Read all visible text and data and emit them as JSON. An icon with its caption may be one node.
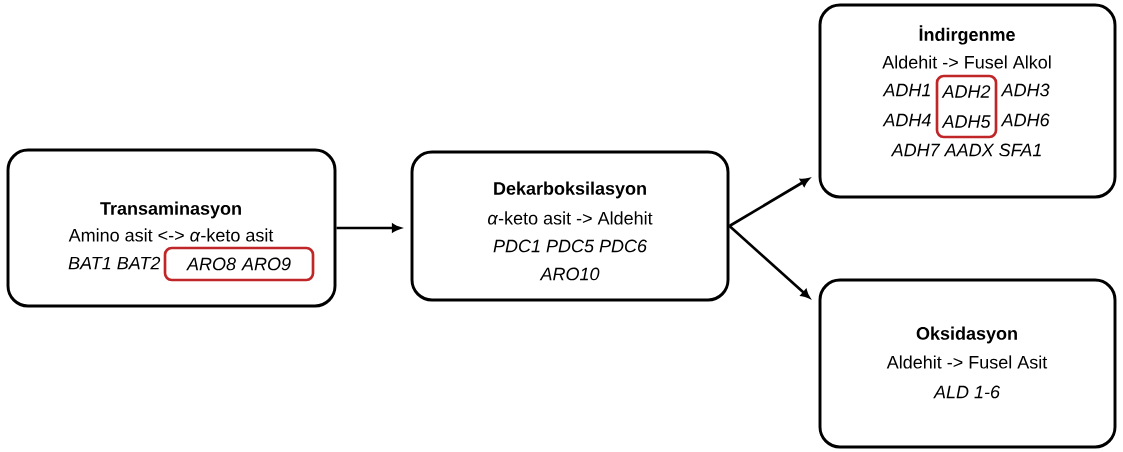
{
  "diagram": {
    "nodes": [
      {
        "text": [
          "Transaminasyon",
          "Amino asit <-> *α*-keto asit",
          "BAT1 BAT2"
        ]
      },
      {
        "text": [
          "ARO8 ARO9"
        ],
        "in": 0
      },
      {
        "text": [
          "Dekarboksilasyon",
          "*α*-keto asit -> Aldehit",
          "PDC1 PDC5 PDC6",
          "ARO10"
        ]
      },
      {
        "text": [
          "İndirgenme",
          "Aldehit -> Fusel Alkol",
          "ADH1",
          "ADH3",
          "ADH4",
          "ADH6",
          "ADH7 AADX SFA1"
        ]
      },
      {
        "text": [
          "ADH2 ADH5"
        ],
        "in": 3
      },
      {
        "text": [
          "Oksidasyon",
          "Aldehit -> Fusel Asit",
          "ALD 1-6"
        ]
      }
    ],
    "edges": [
      {
        "from": 0,
        "to": 2,
        "arrow": "to"
      },
      {
        "from": 2,
        "to": 3,
        "arrow": "to"
      },
      {
        "from": 2,
        "to": 5,
        "arrow": "to"
      }
    ]
  }
}
